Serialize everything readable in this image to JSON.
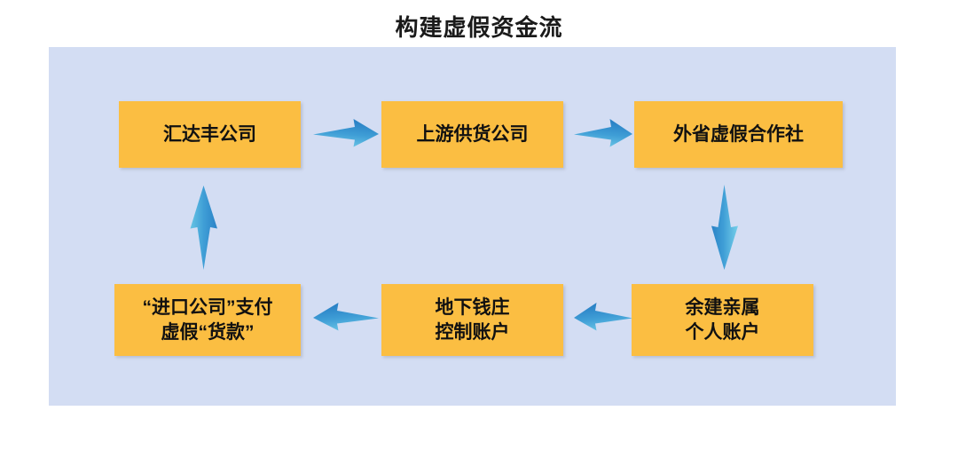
{
  "title": "构建虚假资金流",
  "colors": {
    "panel_background": "#d3ddf3",
    "node_fill": "#fbbe42",
    "node_text": "#111111",
    "arrow_dark": "#2b84c7",
    "arrow_light": "#7cd4ee",
    "page_background": "#ffffff"
  },
  "diagram": {
    "type": "flow",
    "nodes": [
      {
        "id": "huidafeng",
        "lines": [
          "汇达丰公司"
        ]
      },
      {
        "id": "supplier",
        "lines": [
          "上游供货公司"
        ]
      },
      {
        "id": "coop",
        "lines": [
          "外省虚假合作社"
        ]
      },
      {
        "id": "import",
        "lines": [
          "“进口公司”支付",
          "虚假“货款”"
        ]
      },
      {
        "id": "underground",
        "lines": [
          "地下钱庄",
          "控制账户"
        ]
      },
      {
        "id": "relative",
        "lines": [
          "余建亲属",
          "个人账户"
        ]
      }
    ],
    "arrows": [
      {
        "id": "arrow-right-1",
        "from": "huidafeng",
        "to": "supplier",
        "direction": "right"
      },
      {
        "id": "arrow-right-2",
        "from": "supplier",
        "to": "coop",
        "direction": "right"
      },
      {
        "id": "arrow-down-1",
        "from": "coop",
        "to": "relative",
        "direction": "down"
      },
      {
        "id": "arrow-left-1",
        "from": "relative",
        "to": "underground",
        "direction": "left"
      },
      {
        "id": "arrow-left-2",
        "from": "underground",
        "to": "import",
        "direction": "left"
      },
      {
        "id": "arrow-up-1",
        "from": "import",
        "to": "huidafeng",
        "direction": "up"
      }
    ]
  }
}
